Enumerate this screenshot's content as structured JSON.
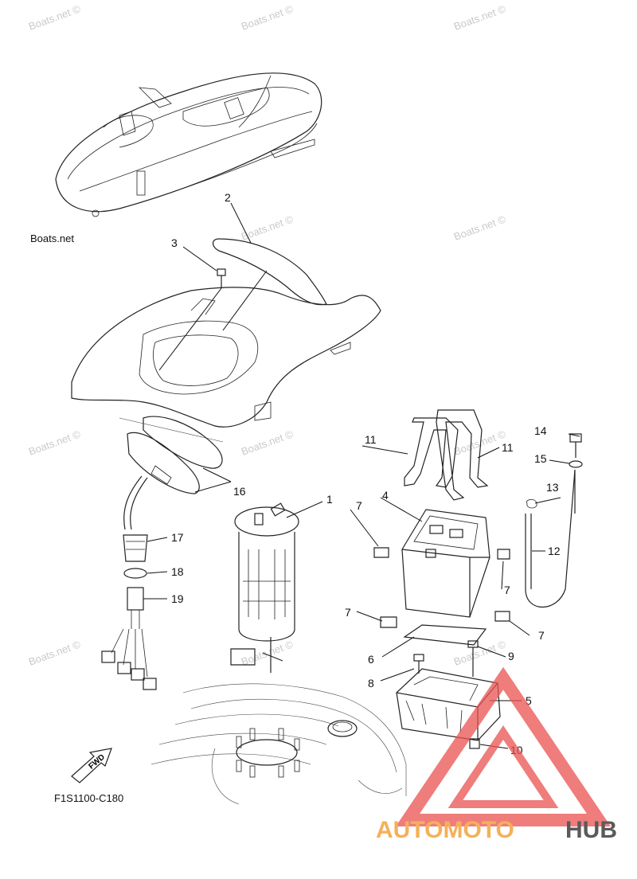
{
  "diagram": {
    "code": "F1S1100-C180",
    "fwd_label": "FWD",
    "watermark_text": "Boats.net ©",
    "brand_text": "Boats.net",
    "logo": {
      "part1": "AUTOMOTO",
      "part2": "HUB",
      "color1": "#f4b05a",
      "color2": "#5a5a5a",
      "triangle_color": "#e8524f"
    },
    "callouts": [
      "1",
      "2",
      "3",
      "4",
      "5",
      "6",
      "7",
      "7",
      "7",
      "7",
      "8",
      "9",
      "10",
      "11",
      "11",
      "12",
      "13",
      "14",
      "15",
      "16",
      "17",
      "18",
      "19"
    ]
  }
}
